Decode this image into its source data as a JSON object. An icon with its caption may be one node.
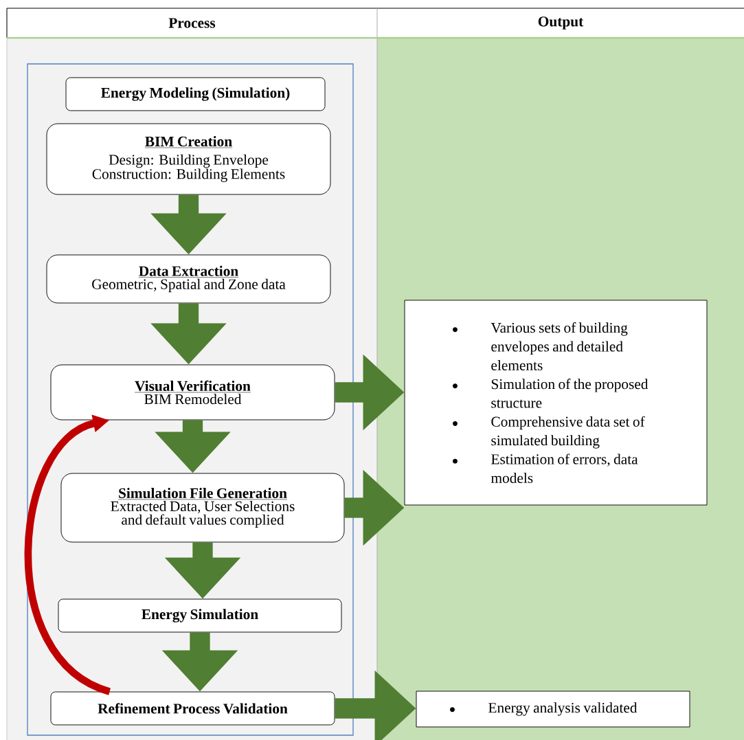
{
  "diagram": {
    "nodes": [
      {
        "text": [
          "Process"
        ]
      },
      {
        "text": [
          "Output"
        ]
      },
      {
        "text": [],
        "shape": "box"
      },
      {
        "text": [
          "Energy Modeling (Simulation)"
        ],
        "in": 2
      },
      {
        "text": [
          "BIM Creation",
          "Design: Building Envelope",
          "Construction: Building Elements"
        ],
        "in": 2
      },
      {
        "text": [
          "Data Extraction",
          "Geometric, Spatial and Zone data"
        ],
        "in": 2
      },
      {
        "text": [
          "Visual Verification",
          "BIM Remodeled"
        ],
        "in": 2
      },
      {
        "text": [
          "Simulation File Generation",
          "Extracted Data, User Selections and default values complied"
        ],
        "in": 2
      },
      {
        "text": [
          "Energy Simulation"
        ],
        "in": 2
      },
      {
        "text": [
          "Refinement Process Validation"
        ],
        "in": 2
      },
      {
        "text": [
          "Various sets of building envelopes and detailed elements",
          "Simulation of the proposed structure",
          "Comprehensive data set of simulated building",
          "Estimation of errors, data models"
        ]
      },
      {
        "text": [
          "Energy analysis validated"
        ]
      }
    ],
    "edges": [
      {
        "from": 4,
        "to": 5,
        "arrow": "to"
      },
      {
        "from": 5,
        "to": 6,
        "arrow": "to"
      },
      {
        "from": 6,
        "to": 7,
        "arrow": "to"
      },
      {
        "from": 7,
        "to": 8,
        "arrow": "to"
      },
      {
        "from": 8,
        "to": 9,
        "arrow": "to"
      },
      {
        "from": 6,
        "to": 10,
        "arrow": "to"
      },
      {
        "from": 7,
        "to": 10,
        "arrow": "to"
      },
      {
        "from": 9,
        "to": 11,
        "arrow": "to"
      },
      {
        "from": 9,
        "to": 6,
        "arrow": "to",
        "color": "#c00000"
      }
    ]
  }
}
